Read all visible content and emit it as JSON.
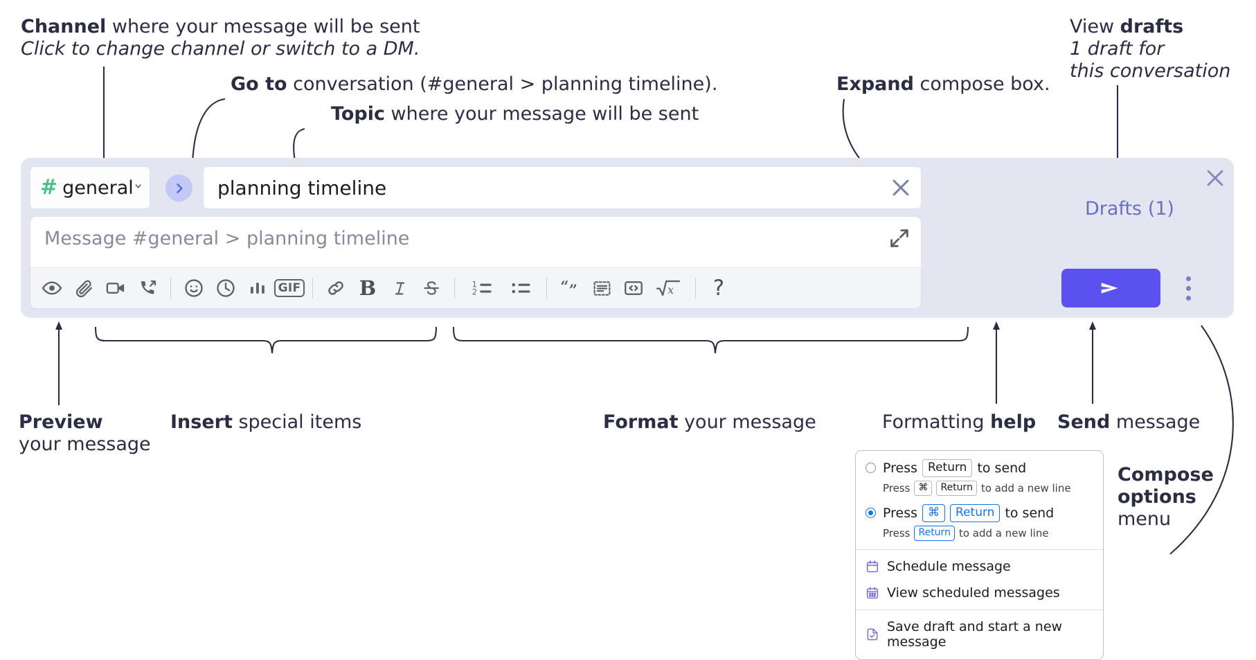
{
  "annotations": {
    "channel": {
      "bold": "Channel",
      "rest": " where your message will be sent",
      "italic": "Click to change channel or switch to a DM."
    },
    "goto": {
      "bold": "Go to",
      "rest": " conversation (#general > planning timeline)."
    },
    "topic": {
      "bold": "Topic",
      "rest": " where your message will be sent"
    },
    "expand": {
      "bold": "Expand",
      "rest": " compose box."
    },
    "drafts": {
      "lead": "View ",
      "bold": "drafts",
      "italic1": "1 draft for",
      "italic2": "this conversation"
    },
    "preview": {
      "bold": "Preview",
      "rest": "your message"
    },
    "insert": {
      "bold": "Insert",
      "rest": " special items"
    },
    "format": {
      "bold": "Format",
      "rest": " your message"
    },
    "formatting_help": {
      "lead": "Formatting ",
      "bold": "help"
    },
    "send": {
      "bold": "Send",
      "rest": " message"
    },
    "compose_options": {
      "bold1": "Compose",
      "bold2": "options",
      "rest": "menu"
    }
  },
  "compose": {
    "channel": {
      "hash": "#",
      "name": "general",
      "chevron_icon": "chevron-down-icon"
    },
    "goto_button": {
      "icon": "chevron-right-icon"
    },
    "topic": {
      "value": "planning timeline",
      "clear_icon": "close-icon"
    },
    "message": {
      "placeholder": "Message #general > planning timeline",
      "expand_icon": "expand-diagonal-icon"
    },
    "drafts_label": "Drafts (1)",
    "close_icon": "close-icon",
    "send_icon": "send-paper-plane-icon",
    "more_icon": "kebab-menu-icon",
    "accent_color": "#5b51ee",
    "panel_color": "#e3e5f1",
    "hash_color": "#4dbf8a",
    "drafts_color": "#6b6fc0",
    "toolbar": [
      {
        "name": "preview-icon",
        "label": "Preview"
      },
      {
        "name": "attachment-icon",
        "label": "Attach file"
      },
      {
        "name": "video-camera-icon",
        "label": "Video clip"
      },
      {
        "name": "audio-call-icon",
        "label": "Audio clip"
      },
      {
        "name": "separator-1",
        "label": ""
      },
      {
        "name": "emoji-icon",
        "label": "Emoji"
      },
      {
        "name": "clock-icon",
        "label": "Schedule"
      },
      {
        "name": "poll-bars-icon",
        "label": "Poll"
      },
      {
        "name": "gif-icon",
        "label": "GIF"
      },
      {
        "name": "separator-2",
        "label": ""
      },
      {
        "name": "link-icon",
        "label": "Link"
      },
      {
        "name": "bold-icon",
        "label": "B"
      },
      {
        "name": "italic-icon",
        "label": "I"
      },
      {
        "name": "strikethrough-icon",
        "label": "S"
      },
      {
        "name": "separator-3",
        "label": ""
      },
      {
        "name": "ordered-list-icon",
        "label": "Ordered list"
      },
      {
        "name": "bulleted-list-icon",
        "label": "Bulleted list"
      },
      {
        "name": "separator-4",
        "label": ""
      },
      {
        "name": "blockquote-icon",
        "label": "Blockquote"
      },
      {
        "name": "code-block-icon",
        "label": "Code block"
      },
      {
        "name": "inline-code-icon",
        "label": "Code"
      },
      {
        "name": "math-icon",
        "label": "Math"
      },
      {
        "name": "separator-5",
        "label": ""
      },
      {
        "name": "help-question-icon",
        "label": "?"
      }
    ]
  },
  "options_menu": {
    "radio_options": [
      {
        "selected": false,
        "main_pre": "Press",
        "main_keys": [
          "Return"
        ],
        "main_post": "to send",
        "sub_pre": "Press",
        "sub_keys": [
          "⌘",
          "Return"
        ],
        "sub_post": "to add a new line"
      },
      {
        "selected": true,
        "main_pre": "Press",
        "main_keys": [
          "⌘",
          "Return"
        ],
        "main_post": "to send",
        "sub_pre": "Press",
        "sub_keys": [
          "Return"
        ],
        "sub_post": "to add a new line"
      }
    ],
    "items": [
      {
        "icon": "calendar-schedule-icon",
        "label": "Schedule message"
      },
      {
        "icon": "calendar-grid-icon",
        "label": "View scheduled messages"
      },
      {
        "icon": "save-draft-icon",
        "label": "Save draft and start a new message"
      }
    ]
  }
}
